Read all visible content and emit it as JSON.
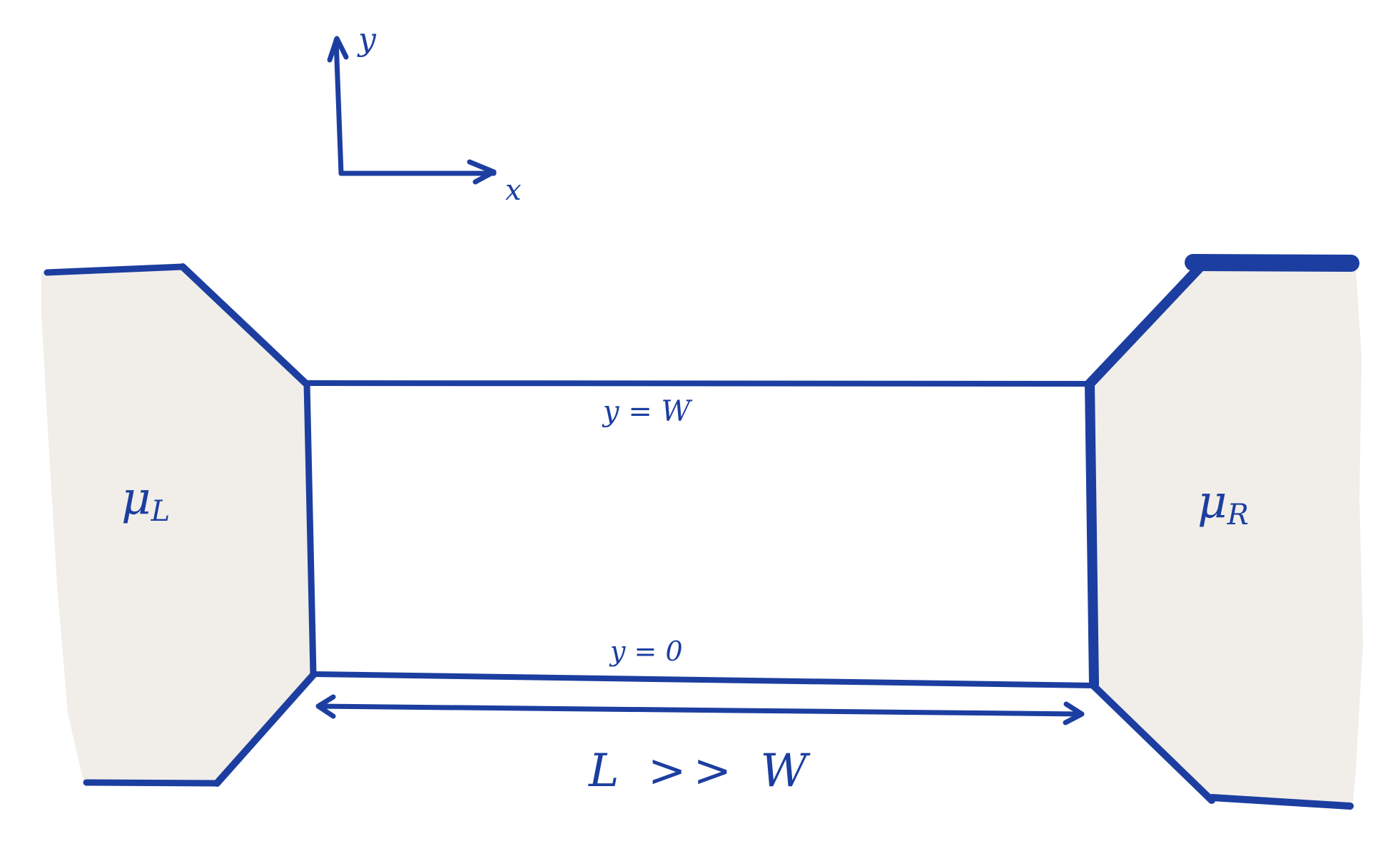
{
  "colors": {
    "ink": "#1c3ea0",
    "reservoir_fill": "#f1eee9",
    "background": "#ffffff"
  },
  "axes": {
    "x_label": "x",
    "y_label": "y"
  },
  "channel": {
    "top_edge_label": "y = W",
    "bottom_edge_label": "y = 0",
    "length_label": "L >> W"
  },
  "reservoirs": {
    "left": {
      "symbol": "μ",
      "subscript": "L"
    },
    "right": {
      "symbol": "μ",
      "subscript": "R"
    }
  }
}
